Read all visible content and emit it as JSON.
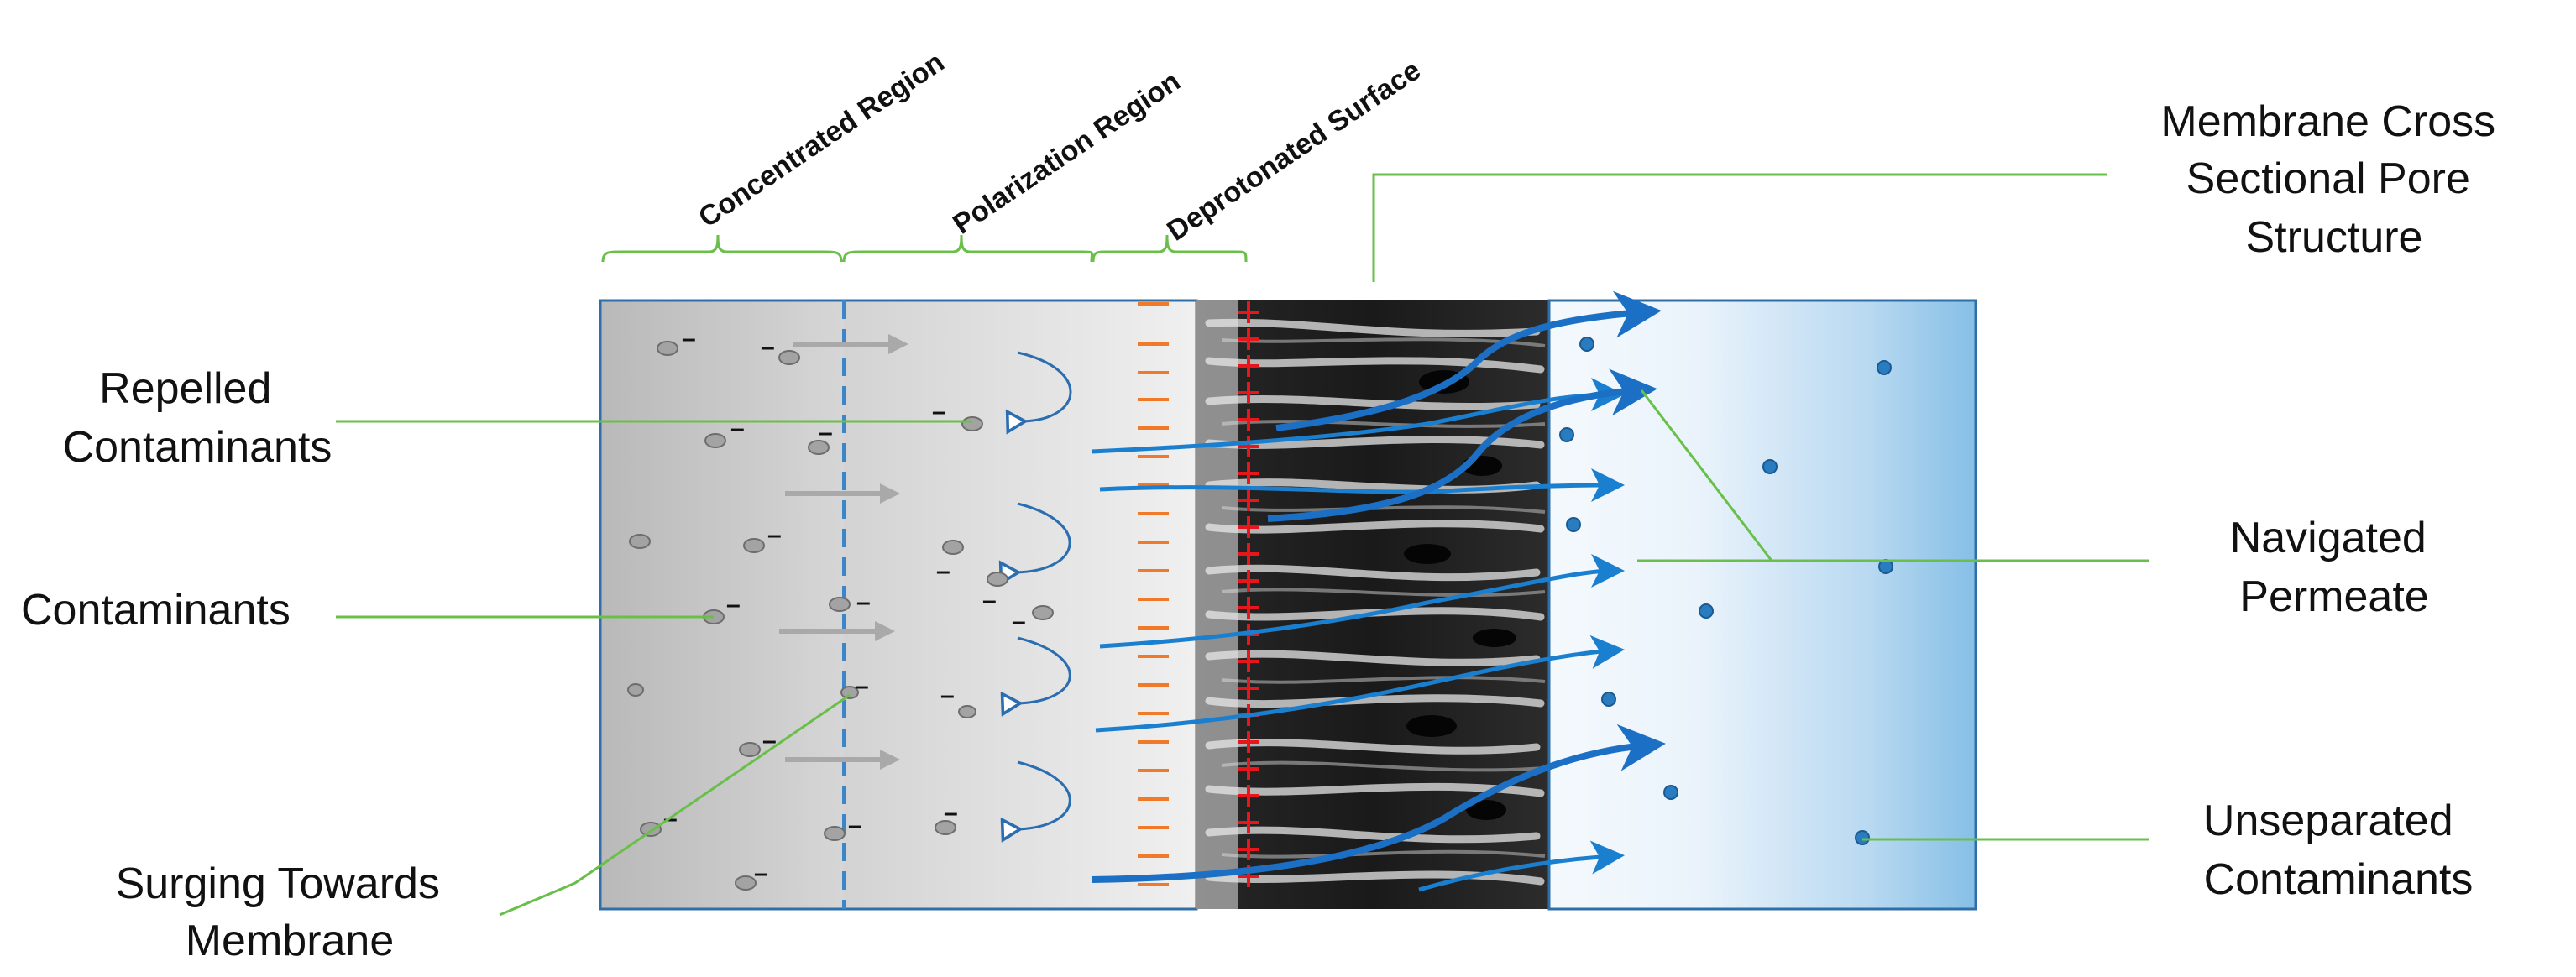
{
  "labels": {
    "repelled": [
      "Repelled",
      "Contaminants"
    ],
    "contaminants": "Contaminants",
    "surging": [
      "Surging Towards",
      "Membrane"
    ],
    "membrane_cross": [
      "Membrane Cross",
      "Sectional Pore",
      "Structure"
    ],
    "navigated": [
      "Navigated",
      "Permeate"
    ],
    "unseparated": [
      "Unseparated",
      "Contaminants"
    ],
    "concentrated_region": "Concentrated Region",
    "polarization_region": "Polarization Region",
    "deprotonated_surface": "Deprotonated Surface"
  },
  "symbols": {
    "negative": "–",
    "positive": "+"
  },
  "colors": {
    "leader_line": "#6abf4b",
    "box_border": "#2f6fa8",
    "flow_arrow": "#1b7fd0",
    "surface_charge_neg": "#f07a2a",
    "surface_charge_pos": "#e8151b",
    "particle_gray": "#9a9a9a",
    "particle_blue": "#2a7cc0",
    "push_arrow": "#a9a9a9"
  }
}
